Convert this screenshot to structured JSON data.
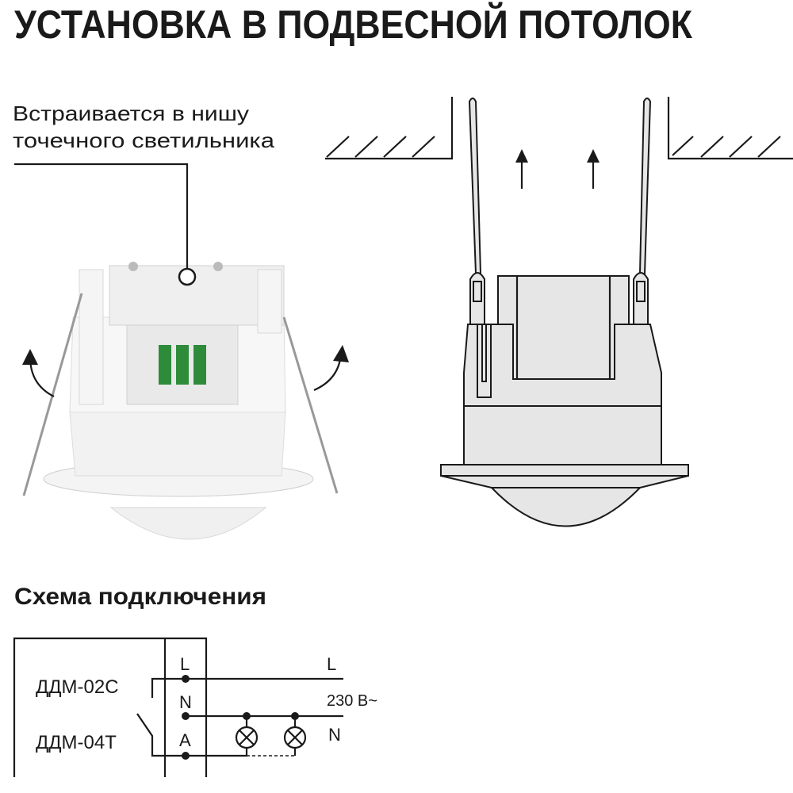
{
  "title": "УСТАНОВКА В ПОДВЕСНОЙ ПОТОЛОК",
  "callout": {
    "line1": "Встраивается в нишу",
    "line2": "точечного светильника"
  },
  "wiring": {
    "heading": "Схема подключения",
    "models": [
      "ДДМ-02С",
      "ДДМ-04Т"
    ],
    "terminals": [
      "L",
      "N",
      "A"
    ],
    "line_label_l": "L",
    "voltage": "230 В~",
    "line_label_n": "N"
  },
  "colors": {
    "ink": "#1a1a1a",
    "drawing_fill": "#e6e6e6",
    "terminal_green": "#2e8b3a"
  }
}
